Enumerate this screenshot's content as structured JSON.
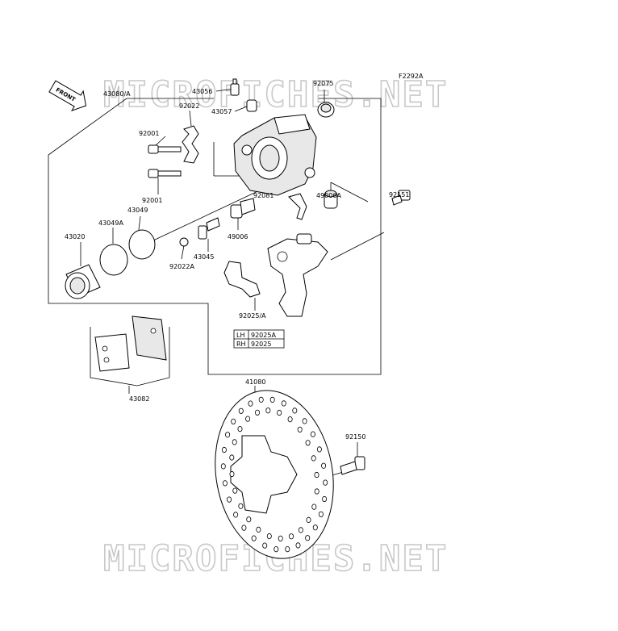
{
  "diagram": {
    "code": "F2292A",
    "front_label": "FRONT",
    "watermark_top": "MICROFICHES.NET",
    "watermark_bottom": "MICROFICHES.NET",
    "parts": {
      "p43080": "43080/A",
      "p43056": "43056",
      "p43057": "43057",
      "p92075": "92075",
      "p92022": "92022",
      "p92001a": "92001",
      "p92001b": "92001",
      "p43049": "43049",
      "p43049a": "43049A",
      "p43020": "43020",
      "p49006a": "49006A",
      "p92081": "92081",
      "p92151": "92151",
      "p49006": "49006",
      "p43045": "43045",
      "p92022a": "92022A",
      "p92025": "92025/A",
      "p43082": "43082",
      "p41080": "41080",
      "p92150": "92150"
    },
    "side_table": [
      {
        "side": "LH",
        "part": "92025A"
      },
      {
        "side": "RH",
        "part": "92025"
      }
    ]
  }
}
